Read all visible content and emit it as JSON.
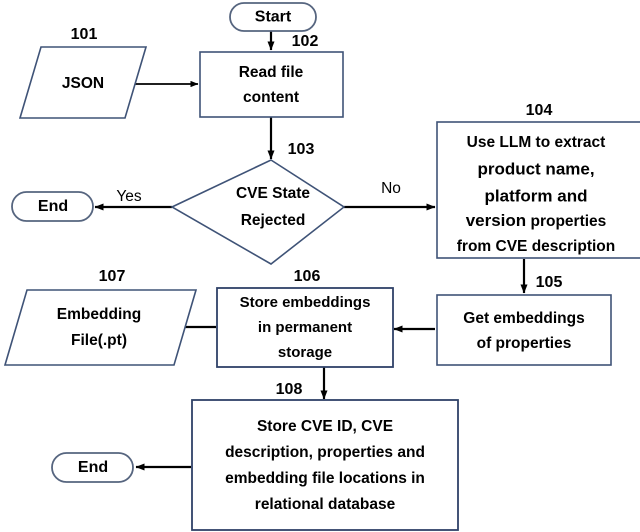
{
  "diagram": {
    "title": "CVE processing and embedding storage flowchart",
    "type": "flowchart",
    "colors": {
      "shape_stroke": "#3f5377",
      "terminator_stroke": "#56657f",
      "connector": "#000000",
      "background": "#ffffff",
      "text": "#000000"
    }
  },
  "nodes": {
    "start": {
      "ref": "",
      "shape": "terminator",
      "label": "Start"
    },
    "json_input": {
      "ref": "101",
      "shape": "parallelogram",
      "label": "JSON"
    },
    "read_file": {
      "ref": "102",
      "shape": "process",
      "line1": "Read file",
      "line2": "content"
    },
    "cve_state_rejected": {
      "ref": "103",
      "shape": "decision",
      "line1": "CVE State",
      "line2": "Rejected"
    },
    "end_yes": {
      "ref": "",
      "shape": "terminator",
      "label": "End"
    },
    "extract_llm": {
      "ref": "104",
      "shape": "process",
      "line1": "Use LLM to extract",
      "line2": "product name,",
      "line3": "platform and",
      "line4_bold": "version",
      "line4_rest": " properties",
      "line5": "from CVE description"
    },
    "get_embeddings": {
      "ref": "105",
      "shape": "process",
      "line1": "Get embeddings",
      "line2": "of properties"
    },
    "store_embeddings": {
      "ref": "106",
      "shape": "process",
      "line1": "Store embeddings",
      "line2": "in permanent",
      "line3": "storage"
    },
    "embedding_file": {
      "ref": "107",
      "shape": "parallelogram",
      "line1": "Embedding",
      "line2": "File(.pt)"
    },
    "store_relational": {
      "ref": "108",
      "shape": "process",
      "line1": "Store CVE ID, CVE",
      "line2": "description, properties and",
      "line3": "embedding file locations in",
      "line4": "relational database"
    },
    "end_final": {
      "ref": "",
      "shape": "terminator",
      "label": "End"
    }
  },
  "edges": {
    "yes_label": "Yes",
    "no_label": "No"
  }
}
